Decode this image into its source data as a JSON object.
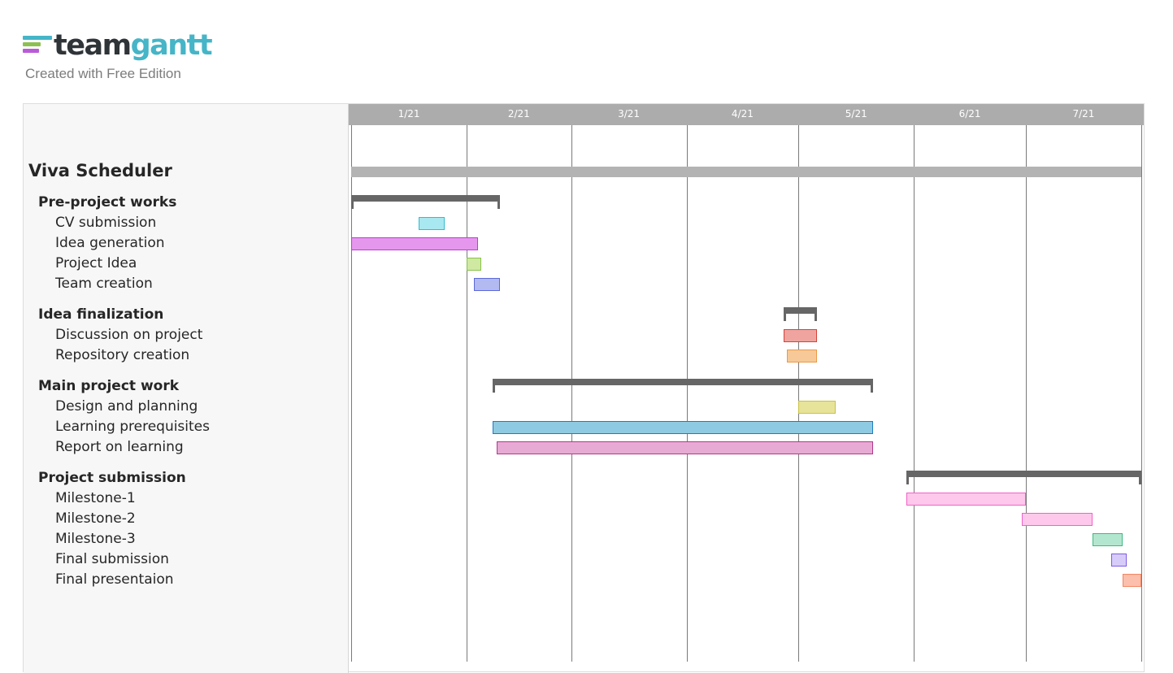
{
  "brand": {
    "logo_icon": "teamgantt-stripes-icon",
    "logo_colors": [
      "#45b5c7",
      "#8cc152",
      "#b95ad9"
    ],
    "name_part1": "team",
    "name_part2": "gantt",
    "subtitle": "Created with Free Edition"
  },
  "chart_data": {
    "type": "gantt",
    "project": "Viva Scheduler",
    "timeline": [
      "1/21",
      "2/21",
      "3/21",
      "4/21",
      "5/21",
      "6/21",
      "7/21"
    ],
    "timeline_start": "2021-01-01",
    "timeline_end": "2021-07-31",
    "groups": [
      {
        "name": "Pre-project works",
        "start": "2021-01-01",
        "end": "2021-02-09",
        "tasks": [
          {
            "name": "CV submission",
            "start": "2021-01-19",
            "end": "2021-01-25",
            "color": "#a8e8f0",
            "border": "#33bcd1"
          },
          {
            "name": "Idea generation",
            "start": "2021-01-01",
            "end": "2021-02-03",
            "color": "#e597ee",
            "border": "#bb3fcf"
          },
          {
            "name": "Project Idea",
            "start": "2021-02-01",
            "end": "2021-02-04",
            "color": "#cfe9a2",
            "border": "#89c14b"
          },
          {
            "name": "Team creation",
            "start": "2021-02-03",
            "end": "2021-02-09",
            "color": "#b3baf2",
            "border": "#5c69d8"
          }
        ]
      },
      {
        "name": "Idea finalization",
        "start": "2021-04-27",
        "end": "2021-05-05",
        "tasks": [
          {
            "name": "Discussion on project",
            "start": "2021-04-27",
            "end": "2021-05-05",
            "color": "#f0a49f",
            "border": "#d64237"
          },
          {
            "name": "Repository creation",
            "start": "2021-04-28",
            "end": "2021-05-05",
            "color": "#f8c998",
            "border": "#eb9a47"
          }
        ]
      },
      {
        "name": "Main project work",
        "start": "2021-02-08",
        "end": "2021-05-20",
        "tasks": [
          {
            "name": "Design and planning",
            "start": "2021-05-01",
            "end": "2021-05-10",
            "color": "#e7e39a",
            "border": "#c9c342"
          },
          {
            "name": "Learning prerequisites",
            "start": "2021-02-08",
            "end": "2021-05-20",
            "color": "#8ecbe2",
            "border": "#1f7cc1"
          },
          {
            "name": "Report on learning",
            "start": "2021-02-09",
            "end": "2021-05-20",
            "color": "#e7aad4",
            "border": "#b3388c"
          }
        ]
      },
      {
        "name": "Project submission",
        "start": "2021-05-30",
        "end": "2021-07-31",
        "tasks": [
          {
            "name": "Milestone-1",
            "start": "2021-05-30",
            "end": "2021-06-30",
            "color": "#fdc8ec",
            "border": "#f161c6"
          },
          {
            "name": "Milestone-2",
            "start": "2021-06-30",
            "end": "2021-07-18",
            "color": "#fdc8ec",
            "border": "#f161c6"
          },
          {
            "name": "Milestone-3",
            "start": "2021-07-19",
            "end": "2021-07-26",
            "color": "#b3e6cf",
            "border": "#3fb880"
          },
          {
            "name": "Final submission",
            "start": "2021-07-24",
            "end": "2021-07-27",
            "color": "#d7ccf9",
            "border": "#7d5ce6"
          },
          {
            "name": "Final presentaion",
            "start": "2021-07-27",
            "end": "2021-07-31",
            "color": "#fbbfac",
            "border": "#f28562"
          }
        ]
      }
    ],
    "grid": true
  }
}
